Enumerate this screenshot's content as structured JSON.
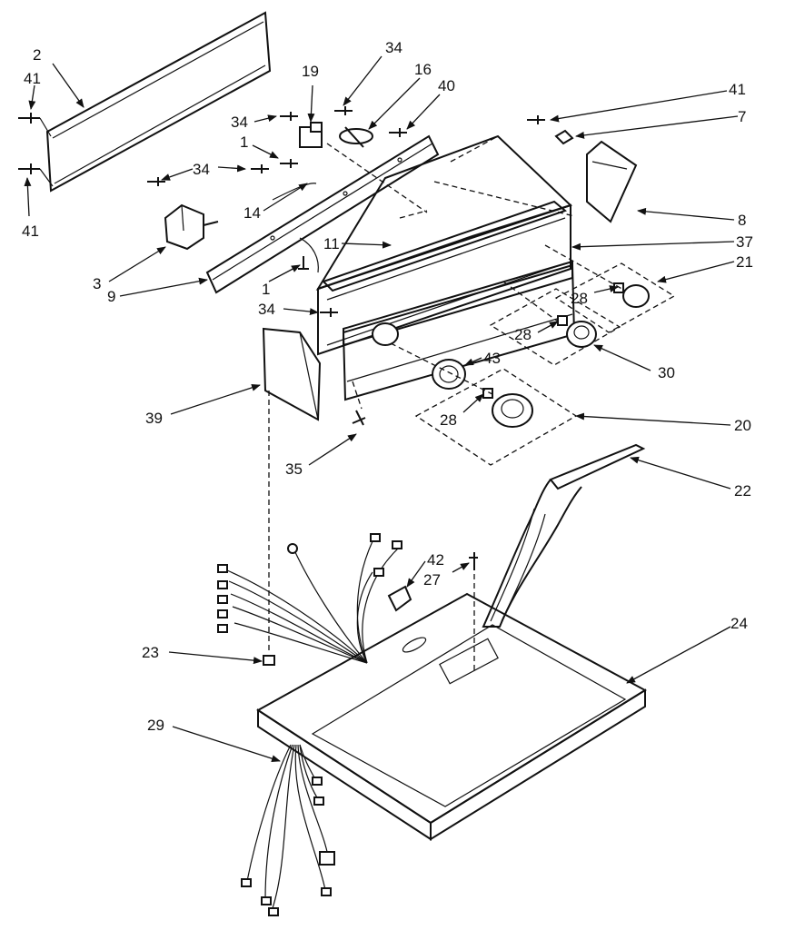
{
  "diagram": {
    "labels": {
      "p2": "2",
      "p41a": "41",
      "p41b": "41",
      "p41c": "41",
      "p34a": "34",
      "p19": "19",
      "p16": "16",
      "p40": "40",
      "p34b": "34",
      "p1a": "1",
      "p34c": "34",
      "p7": "7",
      "p14": "14",
      "p8": "8",
      "p11": "11",
      "p37": "37",
      "p3": "3",
      "p21": "21",
      "p9": "9",
      "p1b": "1",
      "p28a": "28",
      "p34d": "34",
      "p28b": "28",
      "p43": "43",
      "p30": "30",
      "p39": "39",
      "p28c": "28",
      "p20": "20",
      "p35": "35",
      "p22": "22",
      "p42": "42",
      "p27": "27",
      "p24": "24",
      "p23": "23",
      "p29": "29"
    }
  }
}
